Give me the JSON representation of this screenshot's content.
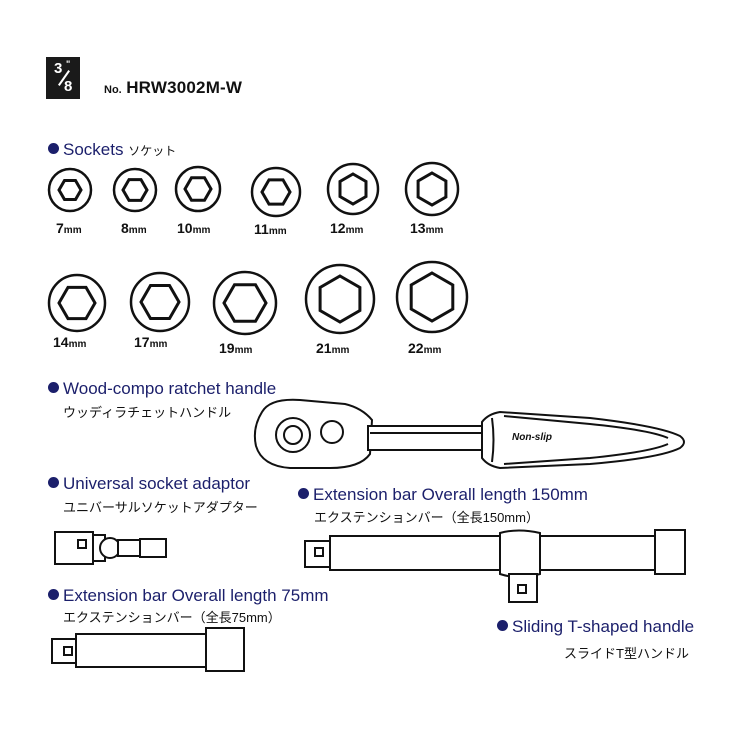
{
  "header": {
    "size_top": "3",
    "size_unit": "\"",
    "size_bottom": "8",
    "model_prefix": "No.",
    "model_code": "HRW3002M-W"
  },
  "sections": {
    "sockets": {
      "title": "Sockets",
      "jp": "ソケット"
    },
    "ratchet": {
      "title": "Wood-compo ratchet handle",
      "jp": "ウッディラチェットハンドル",
      "grip_label": "Non-slip"
    },
    "adaptor": {
      "title": "Universal socket adaptor",
      "jp": "ユニバーサルソケットアダプター"
    },
    "ext150": {
      "title": "Extension bar Overall length 150mm",
      "jp": "エクステンションバー（全長150mm）"
    },
    "ext75": {
      "title": "Extension bar Overall length 75mm",
      "jp": "エクステンションバー（全長75mm）"
    },
    "thandle": {
      "title": "Sliding T-shaped handle",
      "jp": "スライドT型ハンドル"
    }
  },
  "sockets": [
    {
      "size": "7",
      "unit": "mm"
    },
    {
      "size": "8",
      "unit": "mm"
    },
    {
      "size": "10",
      "unit": "mm"
    },
    {
      "size": "11",
      "unit": "mm"
    },
    {
      "size": "12",
      "unit": "mm"
    },
    {
      "size": "13",
      "unit": "mm"
    },
    {
      "size": "14",
      "unit": "mm"
    },
    {
      "size": "17",
      "unit": "mm"
    },
    {
      "size": "19",
      "unit": "mm"
    },
    {
      "size": "21",
      "unit": "mm"
    },
    {
      "size": "22",
      "unit": "mm"
    }
  ],
  "colors": {
    "accent": "#1b1f6b",
    "ink": "#111111"
  }
}
